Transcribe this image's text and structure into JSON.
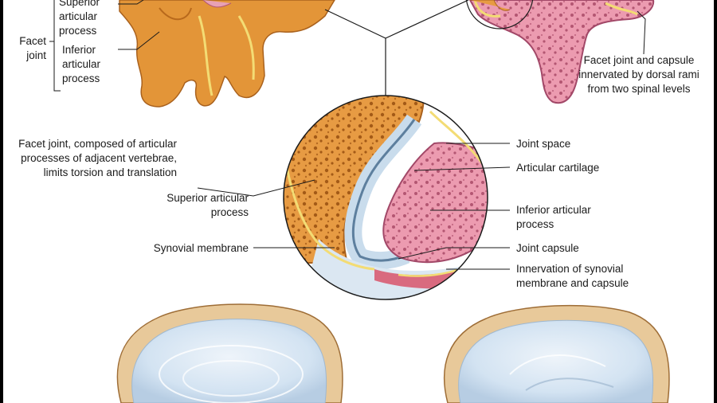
{
  "labels": {
    "superior_articular_top": "Superior\narticular\nprocess",
    "facet_joint": "Facet\njoint",
    "inferior_articular_top": "Inferior\narticular\nprocess",
    "innervation_two_levels": "Facet joint and capsule\ninnervated by dorsal rami\nfrom two spinal levels",
    "facet_composed": "Facet joint, composed of articular\nprocesses of adjacent vertebrae,\nlimits torsion and translation",
    "superior_articular": "Superior articular\nprocess",
    "synovial_membrane": "Synovial membrane",
    "joint_space": "Joint space",
    "articular_cartilage": "Articular cartilage",
    "inferior_articular": "Inferior articular\nprocess",
    "joint_capsule": "Joint capsule",
    "innervation_synovial": "Innervation of synovial\nmembrane and capsule"
  },
  "colors": {
    "bone_orange": "#e49a3c",
    "bone_dark": "#b8691c",
    "bone_pink": "#e68aa0",
    "cartilage_blue": "#c9dcec",
    "nerve_yellow": "#f1de7a",
    "disc_blue": "#dce9f5",
    "disc_rim": "#e8c99a"
  }
}
